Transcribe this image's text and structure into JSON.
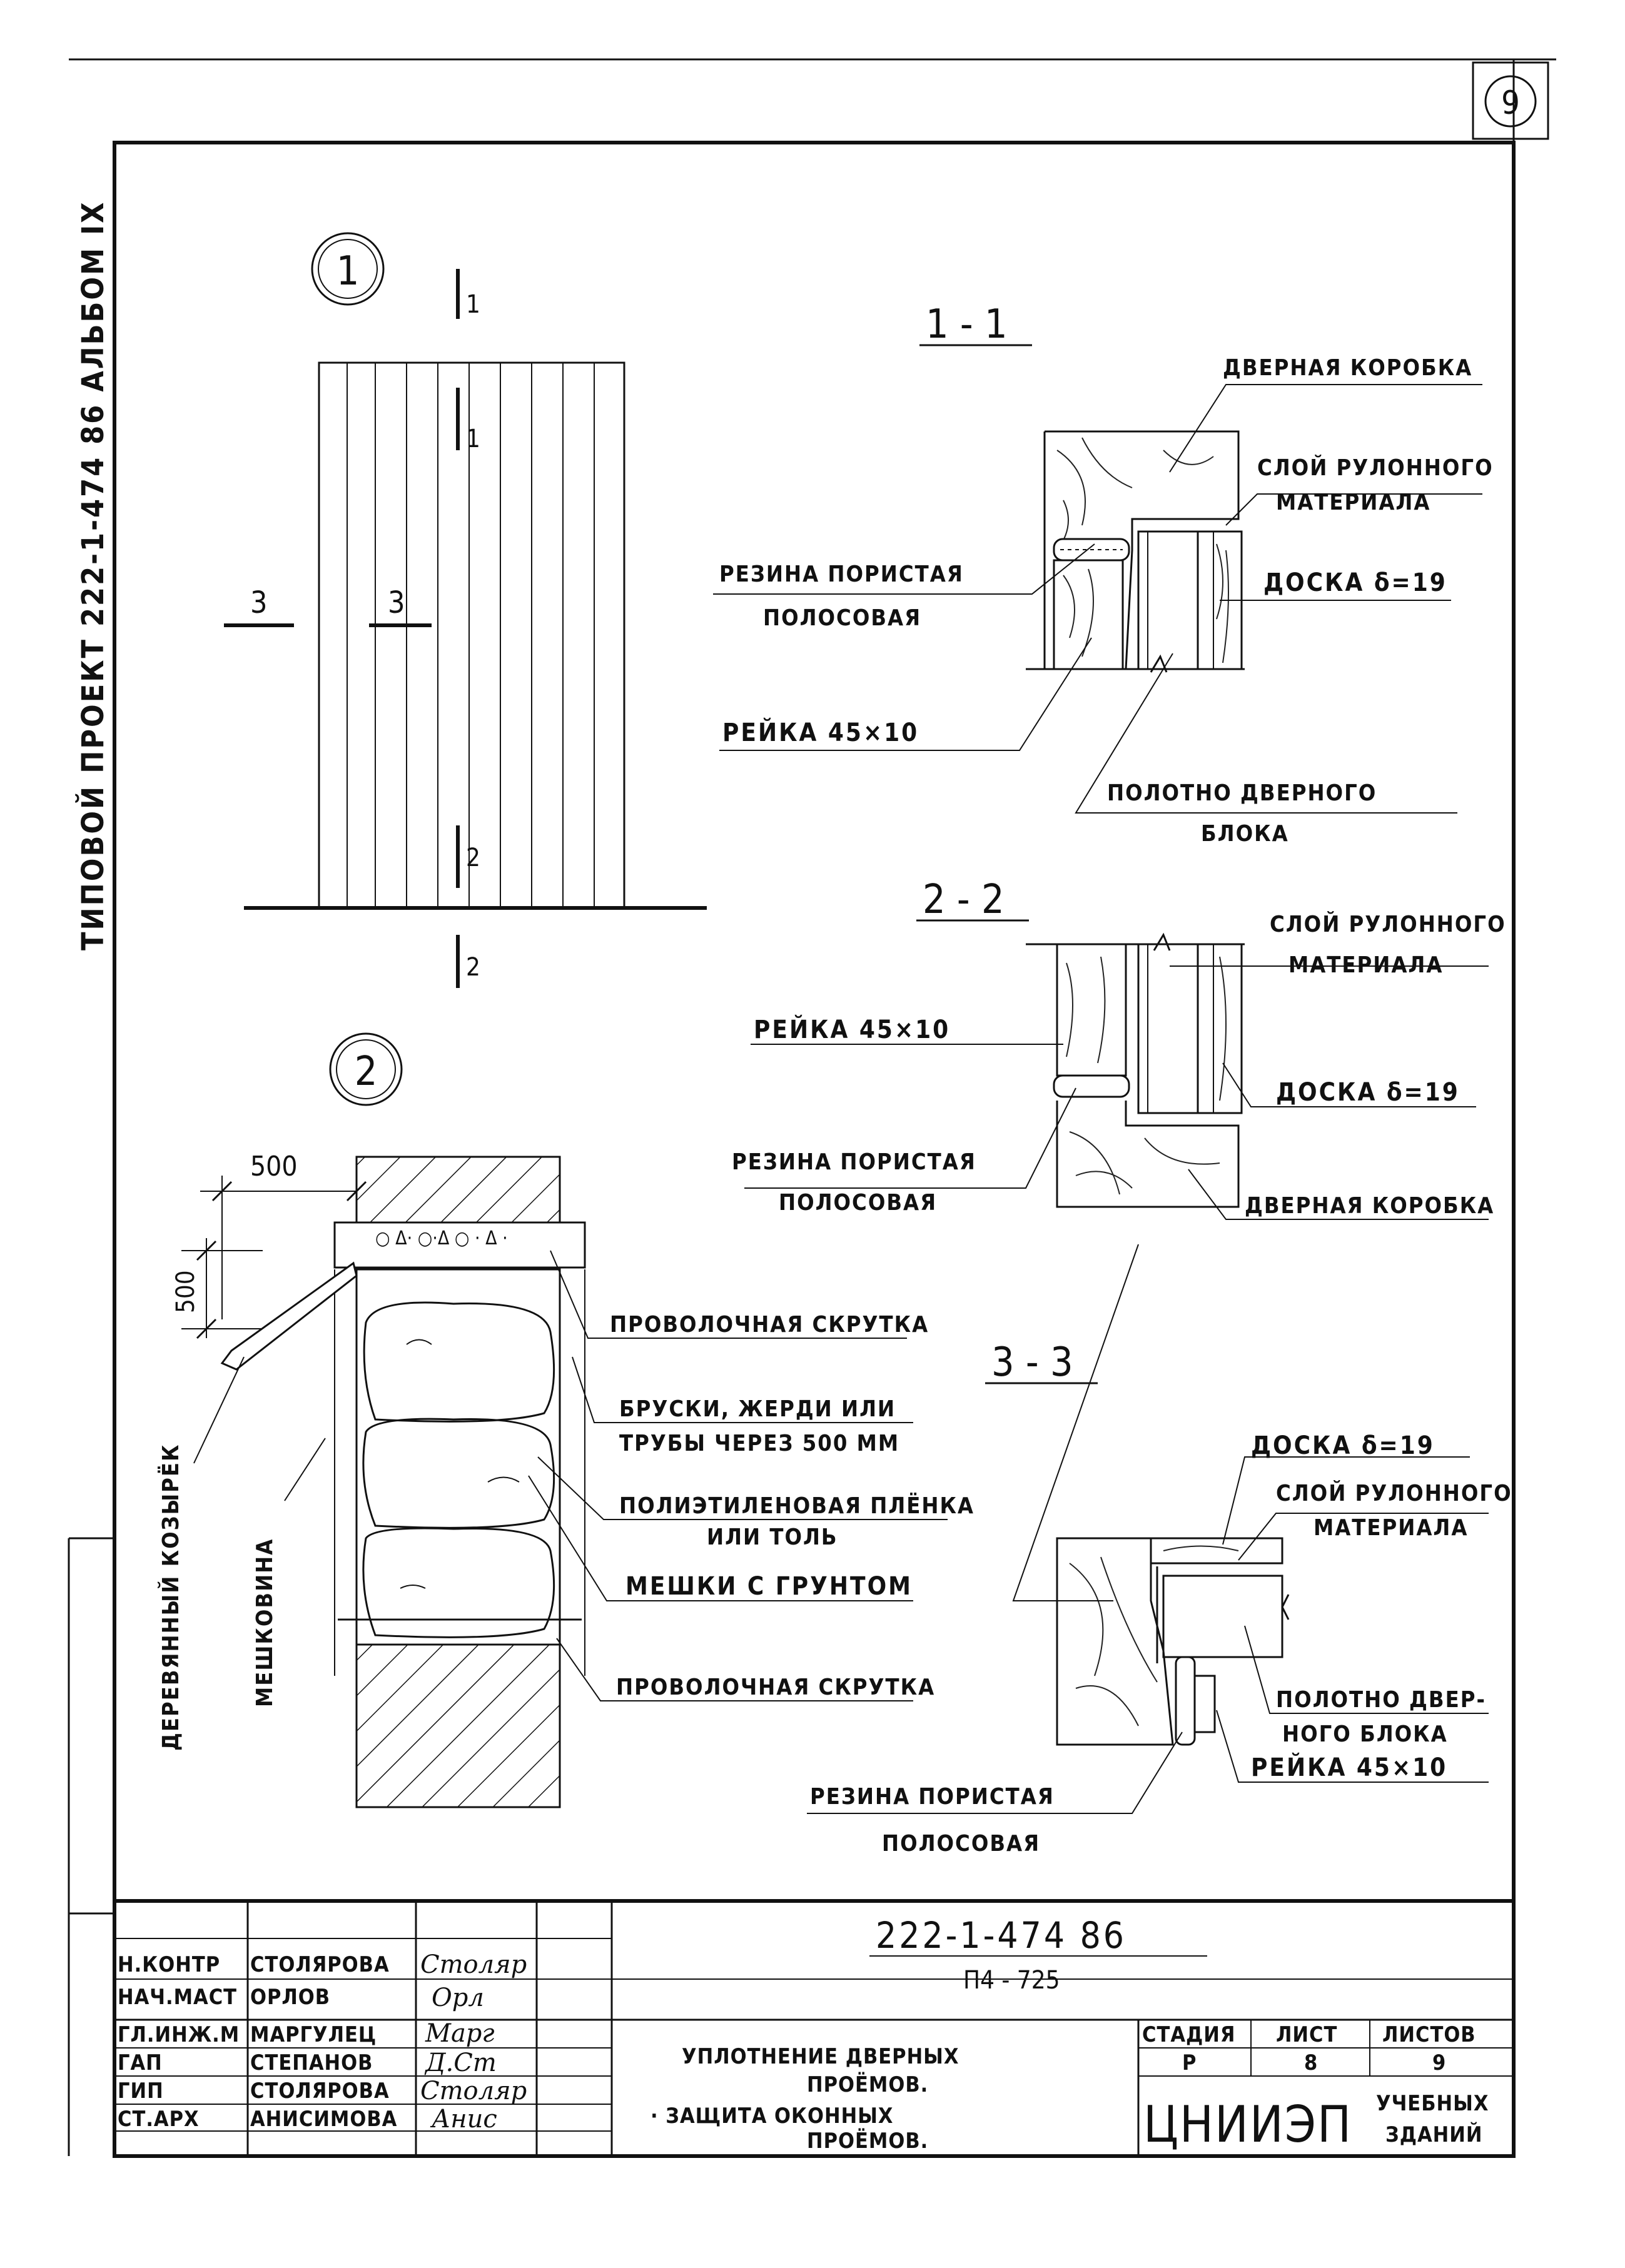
{
  "sheet": {
    "number": "9",
    "side_title": "ТИПОВОЙ ПРОЕКТ 222-1-474 86 АЛЬБОМ IX"
  },
  "node1": {
    "marker": "1",
    "cut_1_top": "1",
    "cut_1_mid": "1",
    "cut_2_mid": "2",
    "cut_2_bot": "2",
    "cut_3_left": "3",
    "cut_3_mid": "3"
  },
  "node2": {
    "marker": "2",
    "dim_width": "500",
    "dim_height": "500",
    "lbl_canopy": "ДЕРЕВЯННЫЙ КОЗЫРЁК",
    "lbl_burlap": "МЕШКОВИНА",
    "lbl_wire_top": "ПРОВОЛОЧНАЯ СКРУТКА",
    "lbl_bars_1": "БРУСКИ, ЖЕРДИ ИЛИ",
    "lbl_bars_2": "ТРУБЫ ЧЕРЕЗ 500 ММ",
    "lbl_film_1": "ПОЛИЭТИЛЕНОВАЯ ПЛЁНКА",
    "lbl_film_2": "ИЛИ ТОЛЬ",
    "lbl_bags": "МЕШКИ С ГРУНТОМ",
    "lbl_wire_bot": "ПРОВОЛОЧНАЯ СКРУТКА"
  },
  "sec11": {
    "title": "1 - 1",
    "lbl_frame": "ДВЕРНАЯ КОРОБКА",
    "lbl_roll_1": "СЛОЙ РУЛОННОГО",
    "lbl_roll_2": "МАТЕРИАЛА",
    "lbl_board": "ДОСКА δ=19",
    "lbl_rubber_1": "РЕЗИНА ПОРИСТАЯ",
    "lbl_rubber_2": "ПОЛОСОВАЯ",
    "lbl_batten": "РЕЙКА 45×10",
    "lbl_leaf_1": "ПОЛОТНО ДВЕРНОГО",
    "lbl_leaf_2": "БЛОКА"
  },
  "sec22": {
    "title": "2 - 2",
    "lbl_roll_1": "СЛОЙ РУЛОННОГО",
    "lbl_roll_2": "МАТЕРИАЛА",
    "lbl_batten": "РЕЙКА 45×10",
    "lbl_board": "ДОСКА δ=19",
    "lbl_rubber_1": "РЕЗИНА ПОРИСТАЯ",
    "lbl_rubber_2": "ПОЛОСОВАЯ",
    "lbl_frame": "ДВЕРНАЯ КОРОБКА"
  },
  "sec33": {
    "title": "3 - 3",
    "lbl_board": "ДОСКА δ=19",
    "lbl_roll_1": "СЛОЙ РУЛОННОГО",
    "lbl_roll_2": "МАТЕРИАЛА",
    "lbl_leaf_1": "ПОЛОТНО ДВЕР-",
    "lbl_leaf_2": "НОГО БЛОКА",
    "lbl_batten": "РЕЙКА 45×10",
    "lbl_rubber_1": "РЕЗИНА ПОРИСТАЯ",
    "lbl_rubber_2": "ПОЛОСОВАЯ"
  },
  "stamp": {
    "code": "222-1-474 86",
    "sub_code": "П4 - 725",
    "title_1": "УПЛОТНЕНИЕ ДВЕРНЫХ",
    "title_2": "ПРОЁМОВ.",
    "title_3": "· ЗАЩИТА ОКОННЫХ",
    "title_4": "ПРОЁМОВ.",
    "stage_hdr": "СТАДИЯ",
    "sheet_hdr": "ЛИСТ",
    "sheets_hdr": "ЛИСТОВ",
    "stage": "Р",
    "sheet": "8",
    "sheets": "9",
    "org": "ЦНИИЭП",
    "org_sub_1": "УЧЕБНЫХ",
    "org_sub_2": "ЗДАНИЙ",
    "people": [
      {
        "role": "Н.КОНТР",
        "name": "СТОЛЯРОВА",
        "sig": "Столяр"
      },
      {
        "role": "НАЧ.МАСТ",
        "name": "ОРЛОВ",
        "sig": "Орл"
      },
      {
        "role": "ГЛ.ИНЖ.М",
        "name": "МАРГУЛЕЦ",
        "sig": "Марг"
      },
      {
        "role": "ГАП",
        "name": "СТЕПАНОВ",
        "sig": "Д.Ст"
      },
      {
        "role": "ГИП",
        "name": "СТОЛЯРОВА",
        "sig": "Столяр"
      },
      {
        "role": "СТ.АРХ",
        "name": "АНИСИМОВА",
        "sig": "Анис"
      }
    ]
  }
}
